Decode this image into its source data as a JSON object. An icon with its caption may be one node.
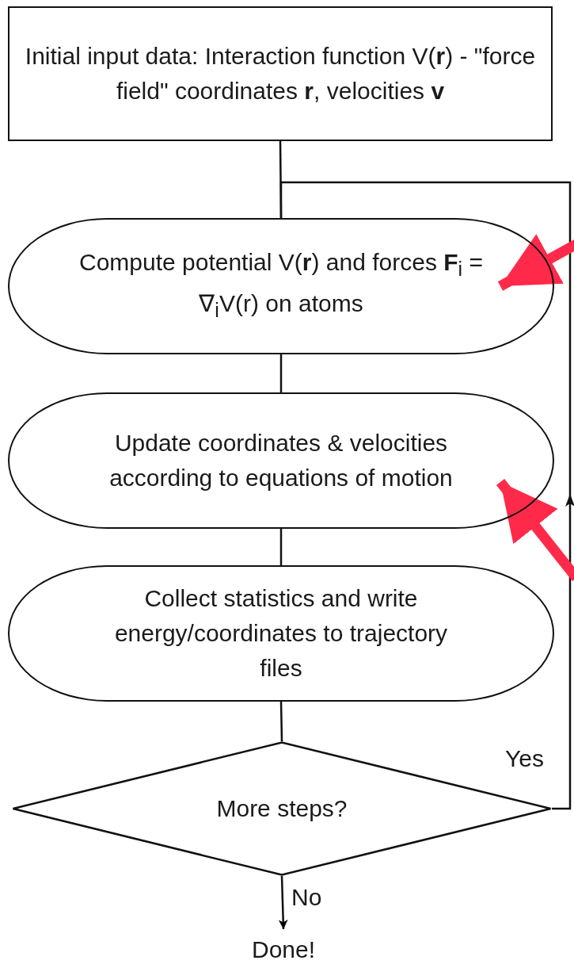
{
  "diagram": {
    "nodes": [
      {
        "text": [
          "Initial input data: Interaction function V(**r**) - \"force field\" coordinates **r**, velocities **v**"
        ]
      },
      {
        "text": [
          "Compute potential V(**r**) and forces **F**$_{i}$ = ∇$_{i}$V(r) on atoms"
        ]
      },
      {
        "text": [
          "Update coordinates & velocities according to equations of motion"
        ]
      },
      {
        "text": [
          "Collect statistics and write energy/coordinates to trajectory files"
        ]
      },
      {
        "text": [
          "More steps?"
        ]
      },
      {
        "text": [
          "Done!"
        ]
      }
    ],
    "edges": [
      {
        "from": 0,
        "to": 1,
        "arrow": "none"
      },
      {
        "from": 1,
        "to": 2,
        "arrow": "none"
      },
      {
        "from": 2,
        "to": 3,
        "arrow": "none"
      },
      {
        "from": 3,
        "to": 4,
        "arrow": "none"
      },
      {
        "from": 4,
        "to": 1,
        "arrow": "to",
        "label": "Yes"
      },
      {
        "from": 4,
        "to": 5,
        "arrow": "to",
        "label": "No"
      },
      {
        "from": null,
        "to": 1,
        "arrow": "to",
        "style": "thick",
        "color": "#ff2a4a"
      },
      {
        "from": null,
        "to": 2,
        "arrow": "to",
        "style": "thick",
        "color": "#ff2a4a"
      }
    ]
  }
}
